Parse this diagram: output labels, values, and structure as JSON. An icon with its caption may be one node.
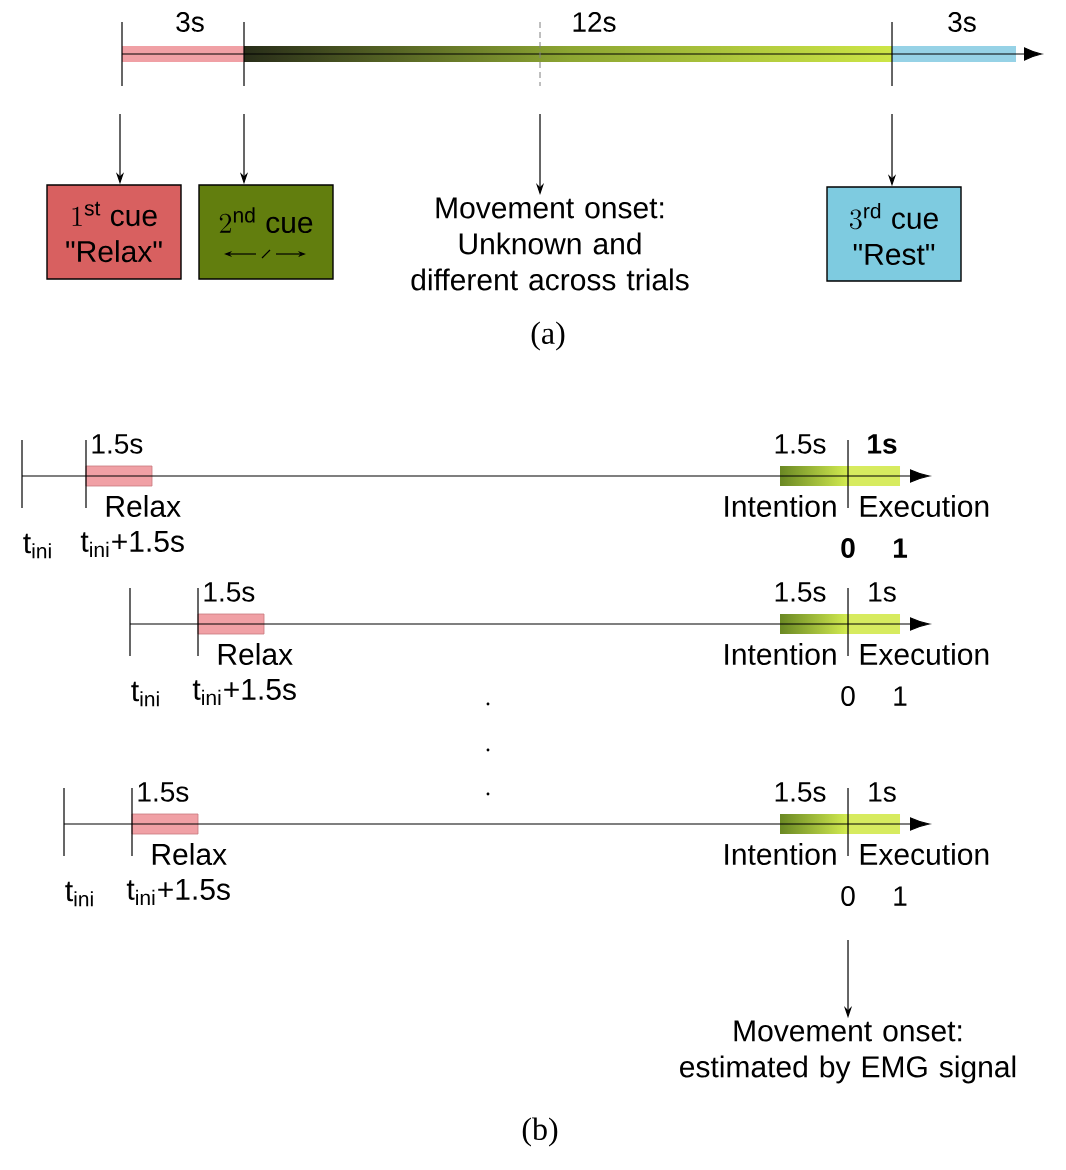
{
  "diagram": {
    "nodes": [
      {
        "text": [
          "1^{\\text{st}}\\text{ cue}",
          "\"Relax\""
        ]
      },
      {
        "text": [
          "2^{\\text{nd}}\\text{ cue}"
        ]
      },
      {
        "text": [
          "Movement onset: Unknown and different across trials"
        ]
      },
      {
        "text": [
          "3^{\\text{rd}}\\text{ cue}",
          "\"Rest\""
        ]
      },
      {
        "text": [
          "Movement onset: estimated by EMG signal"
        ]
      }
    ],
    "edges": [
      {
        "from": null,
        "to": 0,
        "arrow": "to"
      },
      {
        "from": null,
        "to": 1,
        "arrow": "to"
      },
      {
        "from": null,
        "to": 2,
        "arrow": "to"
      },
      {
        "from": null,
        "to": 3,
        "arrow": "to"
      },
      {
        "from": null,
        "to": 4,
        "arrow": "to"
      }
    ],
    "labels": [
      "3s",
      "12s",
      "3s",
      "(a)",
      "1.5s",
      "1.5s",
      "1s",
      "Relax",
      "Intention",
      "Execution",
      "t$_{ini}$",
      "t$_{ini}$+1.5s",
      "0",
      "1",
      "1.5s",
      "1.5s",
      "1s",
      "Relax",
      "Intention",
      "Execution",
      "t$_{ini}$",
      "t$_{ini}$+1.5s",
      "0",
      "1",
      "1.5s",
      "1.5s",
      "1s",
      "Relax",
      "Intention",
      "Execution",
      "t$_{ini}$",
      "t$_{ini}$+1.5s",
      "0",
      "1",
      "(b)"
    ]
  }
}
